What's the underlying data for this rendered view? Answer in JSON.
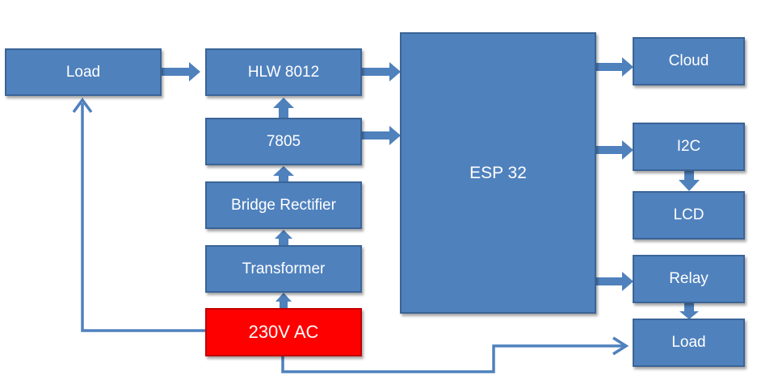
{
  "colors": {
    "block": "#4f81bd",
    "block_border": "#3a6496",
    "source": "#ff0000",
    "text": "#ffffff",
    "arrow": "#4f81bd"
  },
  "blocks": {
    "load_left": "Load",
    "hlw": "HLW 8012",
    "reg": "7805",
    "bridge": "Bridge Rectifier",
    "transformer": "Transformer",
    "ac": "230V AC",
    "esp": "ESP 32",
    "cloud": "Cloud",
    "i2c": "I2C",
    "lcd": "LCD",
    "relay": "Relay",
    "load_right": "Load"
  }
}
